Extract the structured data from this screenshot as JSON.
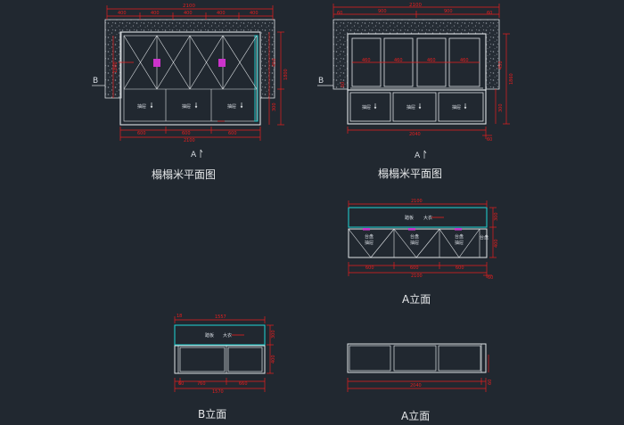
{
  "colors": {
    "background": "#212830",
    "linework": "#dfe3e6",
    "dimension": "#e81e1e",
    "cyan": "#1fc8c8",
    "magenta": "#cc33cc",
    "hatch": "#7a7f86"
  },
  "titles": {
    "plan1": "榻榻米平面图",
    "plan2": "榻榻米平面图",
    "elevA1": "A立面",
    "elevB": "B立面",
    "elevA2": "A立面"
  },
  "markers": {
    "a": "A",
    "b": "B"
  },
  "plan1": {
    "top_total": "2100",
    "top_segs": [
      "400",
      "400",
      "400",
      "400",
      "400"
    ],
    "right_dims": [
      "1800",
      "450",
      "300"
    ],
    "left_dim": "1800",
    "bottom_segs": [
      "600",
      "600",
      "600"
    ],
    "bottom_total": "2100",
    "drawer_labels": [
      "抽屉",
      "抽屉",
      "抽屉"
    ]
  },
  "plan2": {
    "top_total": "2100",
    "top_segs": [
      "900",
      "900"
    ],
    "corner_left": "60",
    "corner_right": "60",
    "panel_dims": [
      "460",
      "460",
      "460",
      "460"
    ],
    "right_dims": [
      "1860",
      "450",
      "300"
    ],
    "left_dim": "60",
    "bottom_total": "2040",
    "bottom_corner": "60",
    "drawer_labels": [
      "抽屉",
      "抽屉",
      "抽屉"
    ]
  },
  "elevA1": {
    "top_total": "2100",
    "top_labels": [
      "踏板",
      "大衣"
    ],
    "cells": [
      [
        "台盘",
        "抽屉"
      ],
      [
        "台盘",
        "抽屉"
      ],
      [
        "台盘",
        "抽屉"
      ]
    ],
    "side_label": "台盘",
    "right_dims": [
      "300",
      "400"
    ],
    "bottom_segs": [
      "600",
      "600",
      "600"
    ],
    "bottom_total": "2100",
    "bottom_corner": "60"
  },
  "elevB": {
    "top_total": "1557",
    "top_corner": "18",
    "top_labels": [
      "踏板",
      "大衣"
    ],
    "right_dims": [
      "300",
      "400"
    ],
    "bottom_segs": [
      "60",
      "760",
      "660"
    ],
    "bottom_total": "1570"
  },
  "elevA2": {
    "bottom_total": "2040",
    "bottom_corner": "60"
  }
}
